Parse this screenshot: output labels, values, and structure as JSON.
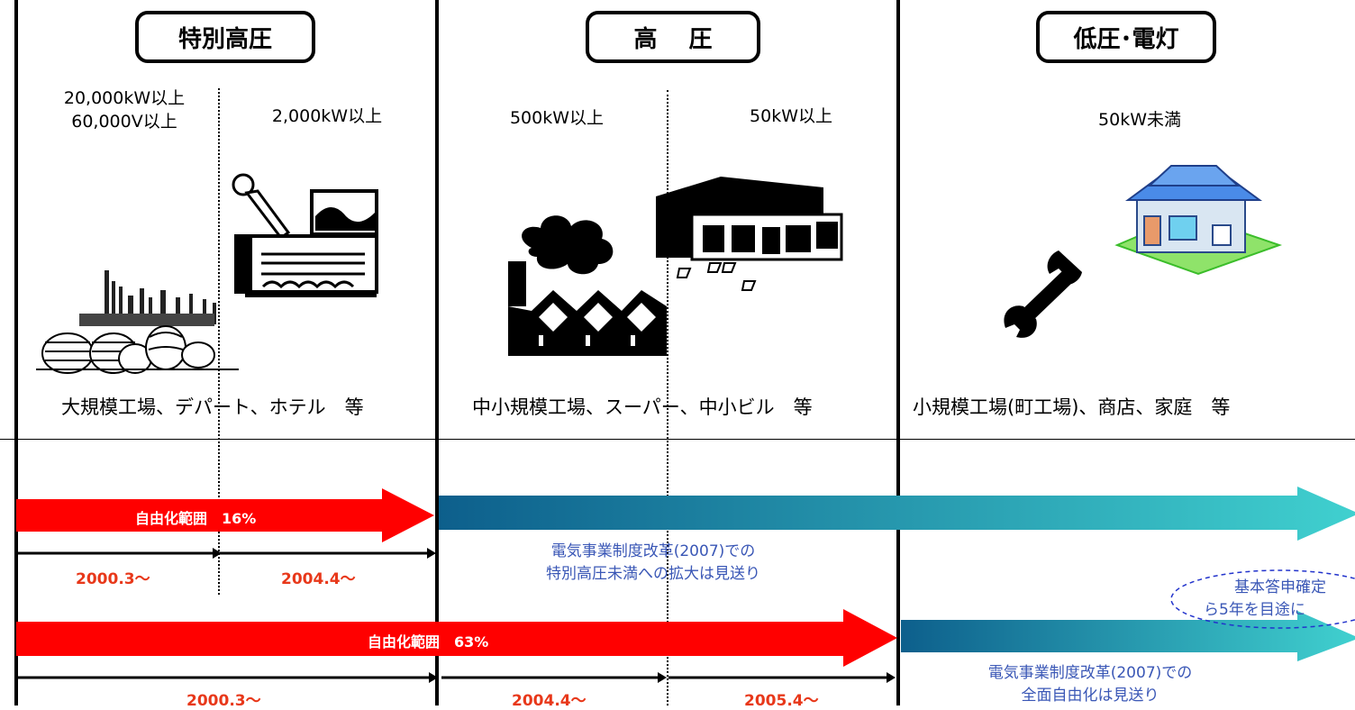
{
  "categories": [
    {
      "label": "特別高圧"
    },
    {
      "label": "高　 圧"
    },
    {
      "label": "低圧･電灯"
    }
  ],
  "thresholds": {
    "t1a": "20,000kW以上",
    "t1b": "60,000V以上",
    "t2": "2,000kW以上",
    "t3": "500kW以上",
    "t4": "50kW以上",
    "t5": "50kW未満"
  },
  "examples": {
    "e1": "大規模工場、デパート、ホテル　等",
    "e2": "中小規模工場、スーパー、中小ビル　等",
    "e3": "小規模工場(町工場)、商店、家庭　等"
  },
  "liberalization": {
    "range1": "自由化範囲　16%",
    "range2": "自由化範囲　63%",
    "date1": "2000.3～",
    "date2": "2004.4～",
    "date3": "2000.3～",
    "date4": "2004.4～",
    "date5": "2005.4～"
  },
  "notes": {
    "note1_line1": "電気事業制度改革(2007)での",
    "note1_line2": "特別高圧未満への拡大は見送り",
    "note2_line1": "電気事業制度改革(2007)での",
    "note2_line2": "全面自由化は見送り",
    "oval_line1": "基本答申確定",
    "oval_line2": "ら5年を目途に"
  },
  "icons": [
    "refinery-icon",
    "department-store-icon",
    "factory-icon",
    "supermarket-icon",
    "wrench-icon",
    "house-icon"
  ],
  "colors": {
    "red_arrow": "#ff0000",
    "teal_start": "#0d5f8c",
    "teal_end": "#40d0cf",
    "date_red": "#e8381a",
    "note_blue": "#3a57b6"
  }
}
